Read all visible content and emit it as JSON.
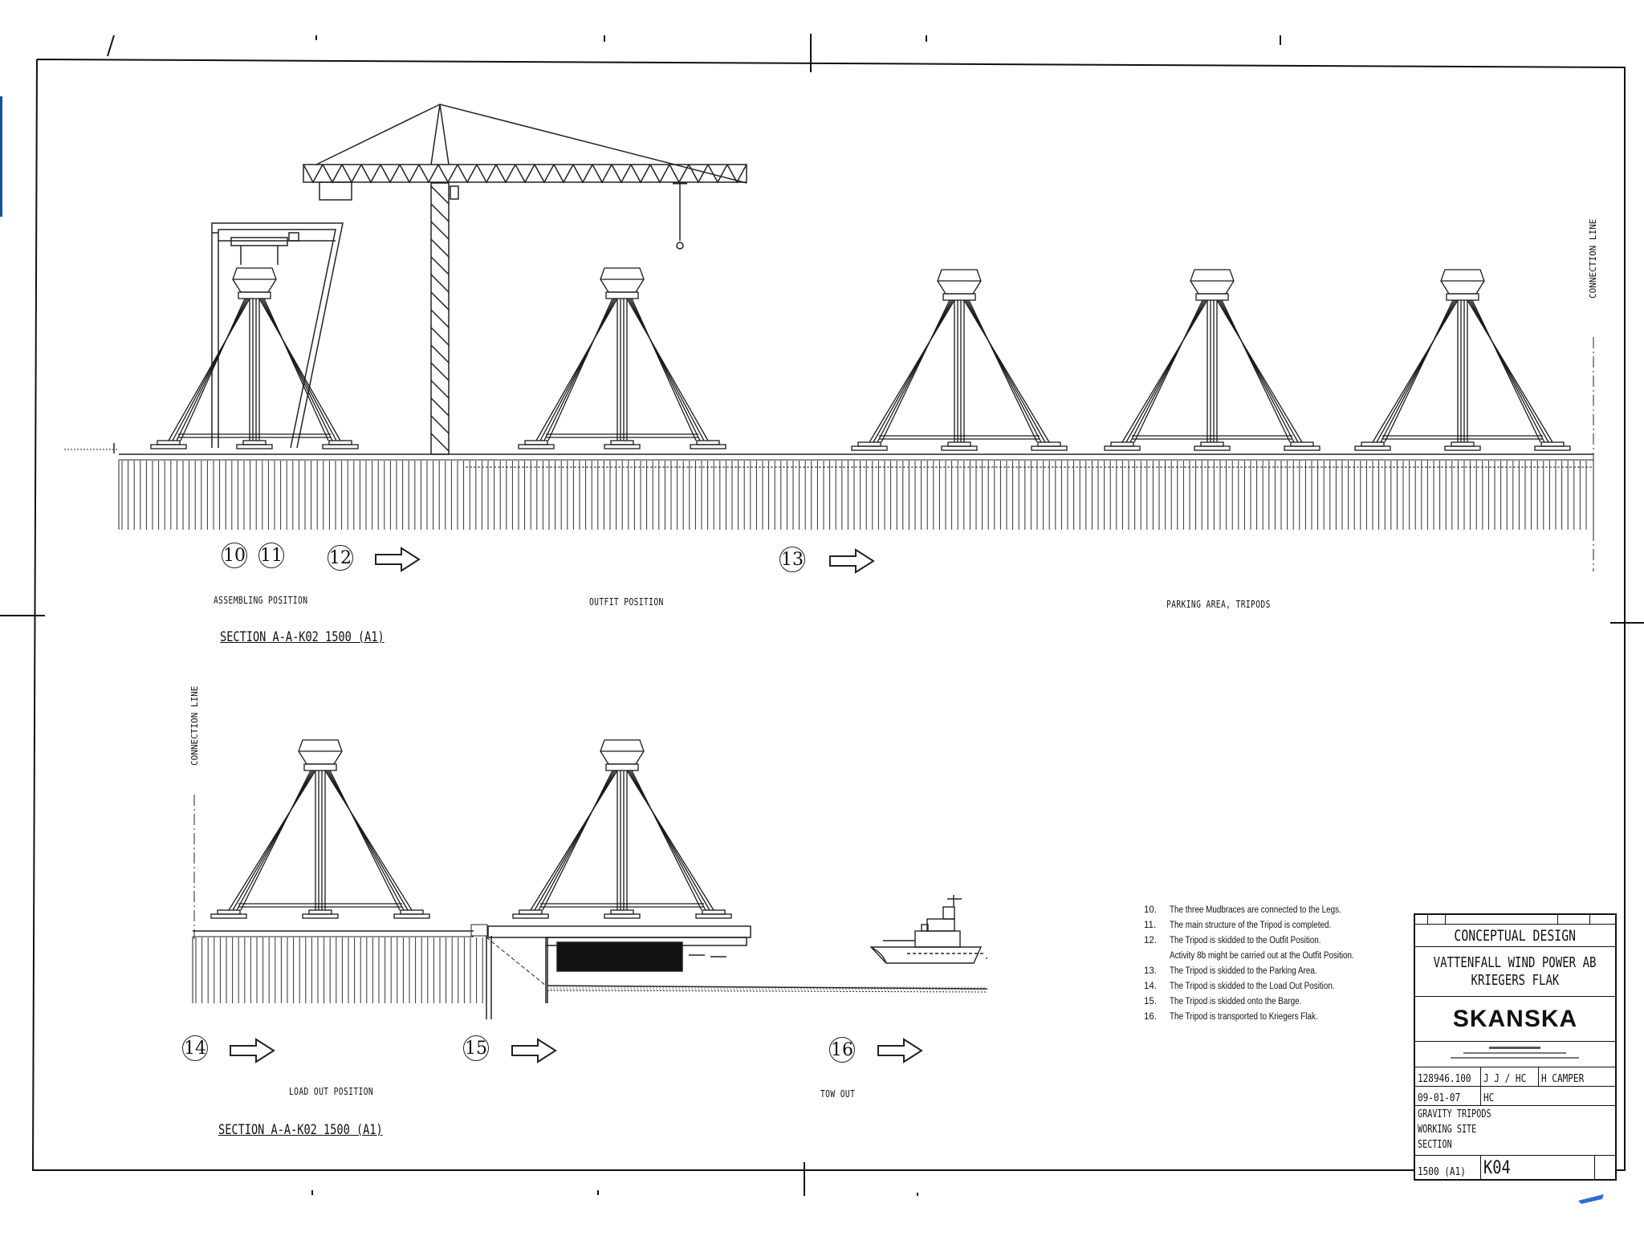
{
  "drawing": {
    "upper_section": {
      "step_numbers": [
        "10",
        "11",
        "12",
        "13"
      ],
      "position_labels": {
        "assembling": "ASSEMBLING POSITION",
        "outfit": "OUTFIT POSITION",
        "parking": "PARKING AREA, TRIPODS"
      },
      "section_title": "SECTION A-A-K02    1500 (A1)",
      "connection_line": "CONNECTION LINE"
    },
    "lower_section": {
      "step_numbers": [
        "14",
        "15",
        "16"
      ],
      "position_labels": {
        "load_out": "LOAD OUT POSITION",
        "tow_out": "TOW OUT"
      },
      "section_title": "SECTION A-A-K02    1500 (A1)",
      "connection_line": "CONNECTION LINE"
    },
    "notes": [
      {
        "num": "10.",
        "text": "The three Mudbraces are connected to the Legs."
      },
      {
        "num": "11.",
        "text": "The main structure of the Tripod is completed."
      },
      {
        "num": "12.",
        "text": "The Tripod is skidded to the Outfit Position."
      },
      {
        "num": "",
        "text": "Activity 8b might be carried out at the Outfit Position."
      },
      {
        "num": "13.",
        "text": "The Tripod is skidded to the Parking Area."
      },
      {
        "num": "14.",
        "text": "The Tripod is skidded to the Load Out Position."
      },
      {
        "num": "15.",
        "text": "The Tripod is skidded onto the Barge."
      },
      {
        "num": "16.",
        "text": "The Tripod is transported to Kriegers Flak."
      }
    ],
    "title_block": {
      "design_stage": "CONCEPTUAL DESIGN",
      "project_line1": "VATTENFALL WIND POWER AB",
      "project_line2": "KRIEGERS FLAK",
      "company": "SKANSKA",
      "project_number": "128946.100",
      "drawn_by": "J J / HC",
      "responsible": "H CAMPER",
      "date": "09-01-07",
      "checked": "HC",
      "content_line1": "GRAVITY TRIPODS",
      "content_line2": "WORKING SITE",
      "content_line3": "SECTION",
      "scale": "1500 (A1)",
      "drawing_number": "K04"
    }
  }
}
